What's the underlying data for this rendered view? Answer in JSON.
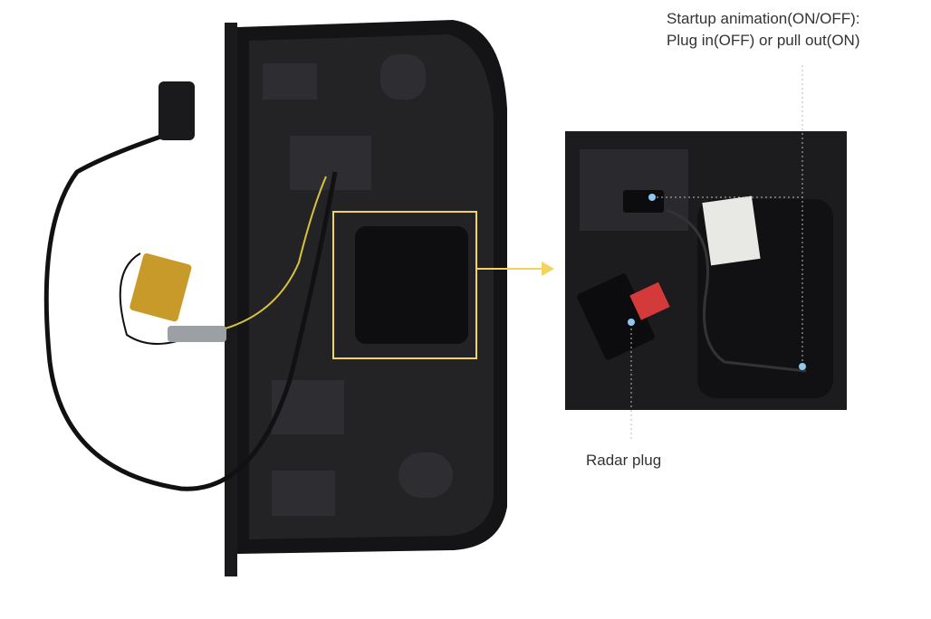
{
  "annotations": {
    "startup_line1": "Startup animation(ON/OFF):",
    "startup_line2": "Plug in(OFF) or pull out(ON)",
    "radar_plug": "Radar plug"
  },
  "colors": {
    "highlight": "#f2d45c",
    "housing": "#141416",
    "marker": "#8fc8f0"
  }
}
